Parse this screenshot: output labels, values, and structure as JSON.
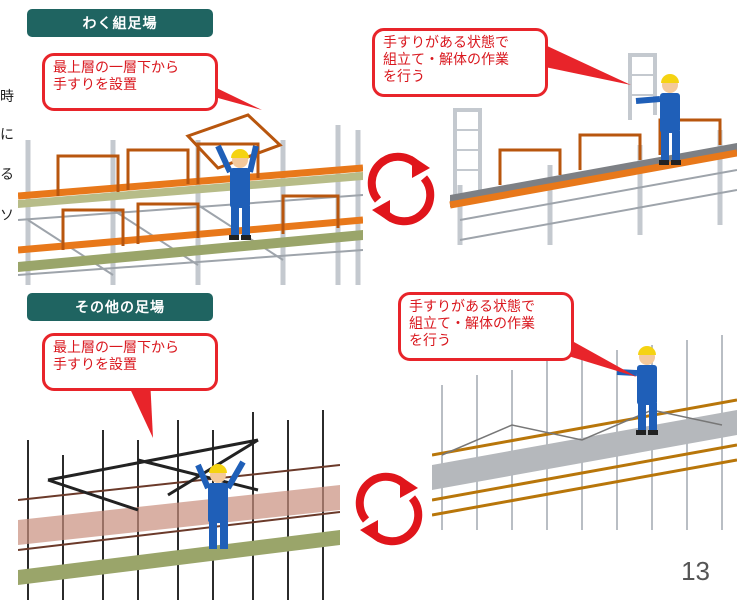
{
  "sections": {
    "top": {
      "label": "わく組足場",
      "left_callout": [
        "最上層の一層下から",
        "手すりを設置"
      ],
      "right_callout": [
        "手すりがある状態で",
        "組立て・解体の作業",
        "を行う"
      ]
    },
    "bottom": {
      "label": "その他の足場",
      "left_callout": [
        "最上層の一層下から",
        "手すりを設置"
      ],
      "right_callout": [
        "手すりがある状態で",
        "組立て・解体の作業",
        "を行う"
      ]
    }
  },
  "side_text": [
    "時",
    "に",
    "る",
    "ソ"
  ],
  "page_number": "13",
  "colors": {
    "label_bg": "#1f6461",
    "callout_border": "#e8242a",
    "callout_text": "#d9171e",
    "orange_rail": "#e8781a",
    "scaffold_frame": "#c9cdd2",
    "deck": "#9aa56a",
    "worker": "#1f5fb8",
    "helmet": "#f5d312",
    "cycle_arrow": "#e0151b"
  },
  "icons": [
    "cycle-arrows-icon",
    "worker-icon"
  ]
}
